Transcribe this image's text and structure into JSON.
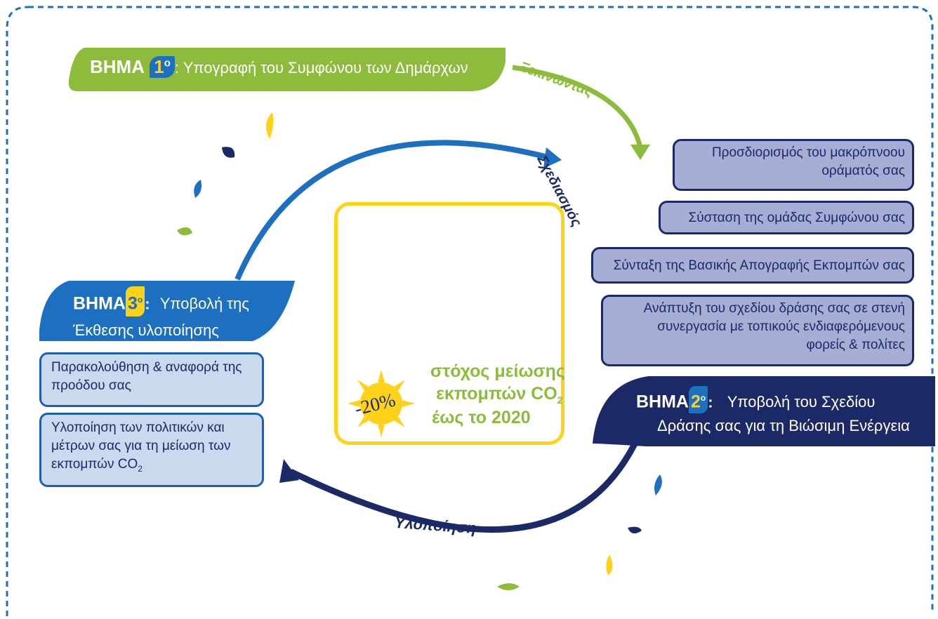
{
  "colors": {
    "green": "#8dbb3c",
    "blue": "#1d6fc0",
    "navy": "#1b2a66",
    "yellow": "#ffd21a",
    "box_fill_right": "#a7aed6",
    "box_fill_left": "#cbd9ef"
  },
  "step1": {
    "word": "ΒΗΜΑ",
    "num": "1",
    "sup": "ο",
    "text": ": Υπογραφή του Συμφώνου των Δημάρχων"
  },
  "step2": {
    "word": "ΒΗΜΑ",
    "num": "2",
    "sup": "ο",
    "text": ":",
    "line1": "Υποβολή του Σχεδίου",
    "line2": "Δράσης σας για τη Βιώσιμη Ενέργεια"
  },
  "step3": {
    "word": "ΒΗΜΑ",
    "num": "3",
    "sup": "ο",
    "text": ":",
    "line1": "Υποβολή της",
    "line2": "Έκθεσης υλοποίησης"
  },
  "phases": {
    "start": "Ξεκινώντας",
    "planning": "Σχεδιασμός",
    "implementation": "Υλοποίηση"
  },
  "planning_tasks": [
    {
      "line1": "Προσδιορισμός του μακρόπνοου",
      "line2": "οράματός σας"
    },
    {
      "line1": "Σύσταση της ομάδας Συμφώνου σας"
    },
    {
      "line1": "Σύνταξη της Βασικής Απογραφής Εκπομπών σας"
    },
    {
      "line1": "Ανάπτυξη του σχεδίου δράσης σας σε στενή",
      "line2": "συνεργασία με τοπικούς ενδιαφερόμενους",
      "line3": "φορείς & πολίτες"
    }
  ],
  "monitoring_tasks": [
    {
      "line1": "Παρακολούθηση & αναφορά της",
      "line2": "προόδου σας"
    },
    {
      "line1": "Υλοποίηση των πολιτικών και",
      "line2": "μέτρων σας για τη μείωση των",
      "line3": "εκπομπών CO",
      "sub": "2"
    }
  ],
  "target": {
    "percent": "-20%",
    "line1": "στόχος μείωσης",
    "line2": "εκπομπών CO",
    "line2_sub": "2",
    "line3": "έως το  2020"
  }
}
